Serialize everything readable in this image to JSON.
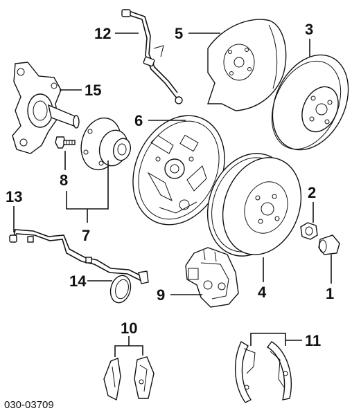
{
  "diagram": {
    "part_number": "030-03709",
    "callouts": [
      {
        "id": "c1",
        "text": "1"
      },
      {
        "id": "c2",
        "text": "2"
      },
      {
        "id": "c3",
        "text": "3"
      },
      {
        "id": "c4",
        "text": "4"
      },
      {
        "id": "c5",
        "text": "5"
      },
      {
        "id": "c6",
        "text": "6"
      },
      {
        "id": "c7",
        "text": "7"
      },
      {
        "id": "c8",
        "text": "8"
      },
      {
        "id": "c9",
        "text": "9"
      },
      {
        "id": "c10",
        "text": "10"
      },
      {
        "id": "c11",
        "text": "11"
      },
      {
        "id": "c12",
        "text": "12"
      },
      {
        "id": "c13",
        "text": "13"
      },
      {
        "id": "c14",
        "text": "14"
      },
      {
        "id": "c15",
        "text": "15"
      }
    ]
  }
}
